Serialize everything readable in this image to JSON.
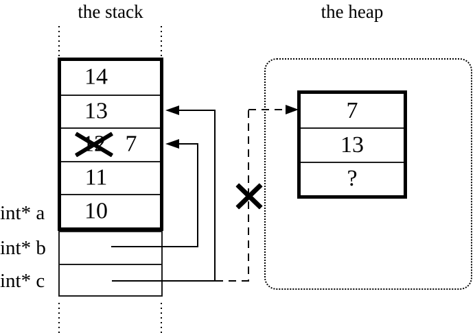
{
  "titles": {
    "stack": "the stack",
    "heap": "the heap"
  },
  "stack_frame": {
    "cells": [
      {
        "value": "14"
      },
      {
        "value": "13"
      },
      {
        "value": "12",
        "crossed_out": true,
        "new_value": "7"
      },
      {
        "value": "11"
      },
      {
        "value": "10"
      }
    ]
  },
  "pointer_variables": [
    {
      "name": "int* a"
    },
    {
      "name": "int* b"
    },
    {
      "name": "int* c"
    }
  ],
  "heap_block": {
    "cells": [
      {
        "value": "7"
      },
      {
        "value": "13"
      },
      {
        "value": "?"
      }
    ]
  },
  "colors": {
    "ink": "#000000",
    "background": "#ffffff"
  }
}
